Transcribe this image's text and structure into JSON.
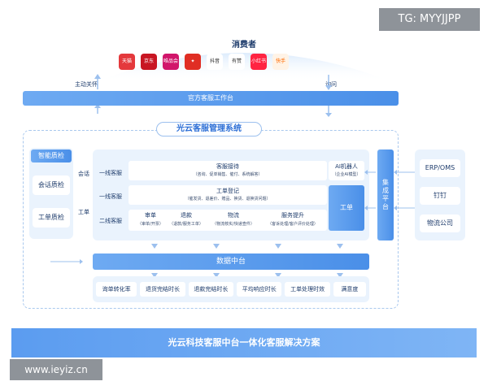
{
  "watermark_top": "TG: MYYJJPP",
  "watermark_bottom": "www.ieyiz.cn",
  "consumer_title": "消费者",
  "platforms": [
    {
      "name": "tmall-logo",
      "label": "天猫",
      "color": "#e4393c"
    },
    {
      "name": "jd-logo",
      "label": "京东",
      "color": "#c81623"
    },
    {
      "name": "vip-logo",
      "label": "唯品会",
      "color": "#d1166b"
    },
    {
      "name": "pinduoduo-logo",
      "label": "",
      "color": "#e02e24"
    },
    {
      "name": "douyin-logo",
      "label": "抖音",
      "color": "#1a1a1a"
    },
    {
      "name": "youzan-logo",
      "label": "有赞",
      "color": "#333333"
    },
    {
      "name": "xiaohongshu-logo",
      "label": "小红书",
      "color": "#ff2442"
    },
    {
      "name": "kuaishou-logo",
      "label": "快手",
      "color": "#ff6a00"
    }
  ],
  "left_flow_label": "主动关怀",
  "right_flow_label": "询问",
  "workbench_label": "官方客服工作台",
  "system_title": "光云客服管理系统",
  "quality_panel": {
    "title": "智能质检",
    "items": [
      "会话质检",
      "工单质检"
    ]
  },
  "channel_labels": [
    "会话",
    "工单"
  ],
  "first_line_1": {
    "label": "一线客服",
    "title": "客服接待",
    "sub": "（咨询、促单销售、催付、系统解答）"
  },
  "first_line_2": {
    "label": "一线客服",
    "title": "工单登记",
    "sub": "（催发货、退差价、赠品、换货、退换货问题）"
  },
  "second_line": {
    "label": "二线客服",
    "items": [
      {
        "title": "审单",
        "sub": "（审单/开票）"
      },
      {
        "title": "退款",
        "sub": "（退款/服务工单）"
      },
      {
        "title": "物流",
        "sub": "（物流核实/快递查件）"
      },
      {
        "title": "服务提升",
        "sub": "（客诉处理/客户评价处理）"
      }
    ]
  },
  "ai_robot": {
    "title": "AI机器人",
    "sub": "（企业AI模型）"
  },
  "ticket_label": "工单",
  "integration_platform": "集成平台",
  "external_systems": [
    "ERP/OMS",
    "钉钉",
    "物流公司"
  ],
  "data_center": "数据中台",
  "metrics": [
    "询单转化率",
    "退货完结时长",
    "退款完结时长",
    "平均响应时长",
    "工单处理时效",
    "满意度"
  ],
  "bottom_banner": "光云科技客服中台一体化客服解决方案"
}
